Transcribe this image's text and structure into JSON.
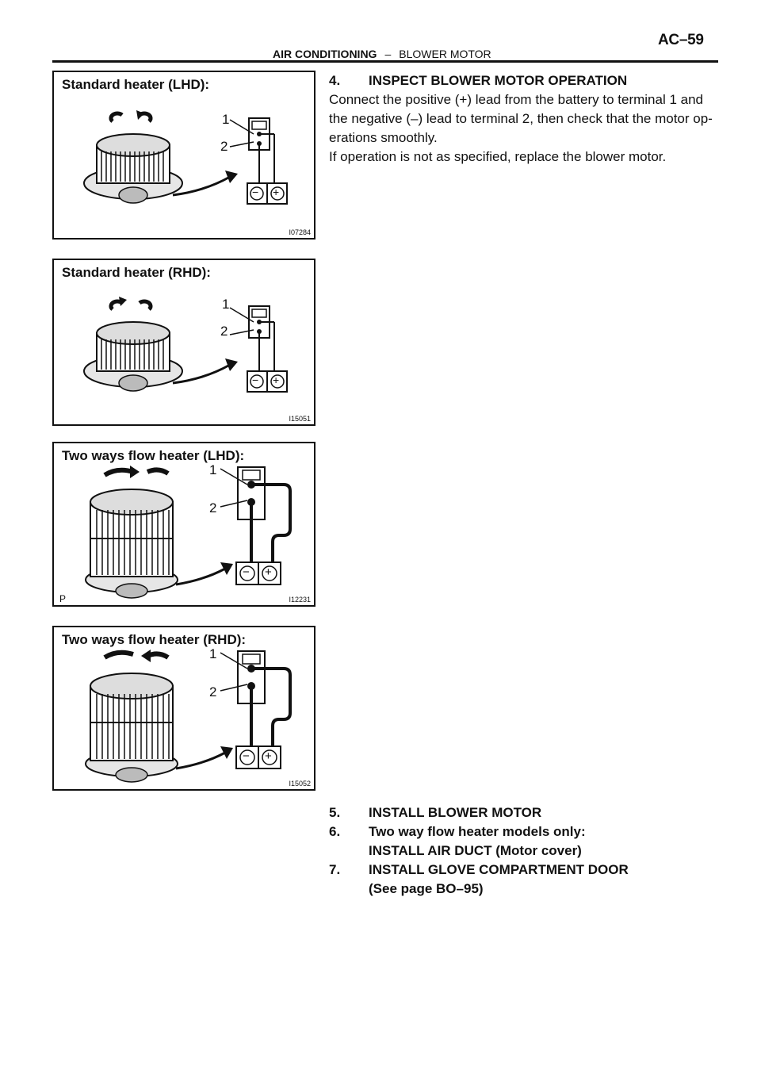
{
  "header": {
    "page_number": "AC–59",
    "section": "AIR CONDITIONING",
    "separator": "–",
    "subsection": "BLOWER MOTOR"
  },
  "figures": [
    {
      "caption": "Standard heater (LHD):",
      "fig_id": "I07284",
      "terminal_1": "1",
      "terminal_2": "2",
      "marker": ""
    },
    {
      "caption": "Standard heater (RHD):",
      "fig_id": "I15051",
      "terminal_1": "1",
      "terminal_2": "2",
      "marker": ""
    },
    {
      "caption": "Two ways flow heater (LHD):",
      "fig_id": "I12231",
      "terminal_1": "1",
      "terminal_2": "2",
      "marker": "P"
    },
    {
      "caption": "Two ways flow heater (RHD):",
      "fig_id": "I15052",
      "terminal_1": "1",
      "terminal_2": "2",
      "marker": ""
    }
  ],
  "battery_symbols": {
    "negative": "−",
    "positive": "+"
  },
  "step4": {
    "number": "4.",
    "title": "INSPECT BLOWER MOTOR OPERATION",
    "lines": [
      "Connect the positive (+) lead from the battery to terminal 1 and",
      "the negative (–) lead to terminal 2, then check that the motor op-",
      "erations smoothly.",
      "If operation is not as specified, replace the blower motor."
    ]
  },
  "steps": [
    {
      "number": "5.",
      "text": "INSTALL BLOWER MOTOR"
    },
    {
      "number": "6.",
      "text": "Two way flow heater models only:"
    },
    {
      "number": "",
      "text": "INSTALL AIR DUCT (Motor cover)"
    },
    {
      "number": "7.",
      "text": "INSTALL GLOVE COMPARTMENT DOOR"
    },
    {
      "number": "",
      "text": "(See page BO–95)"
    }
  ]
}
